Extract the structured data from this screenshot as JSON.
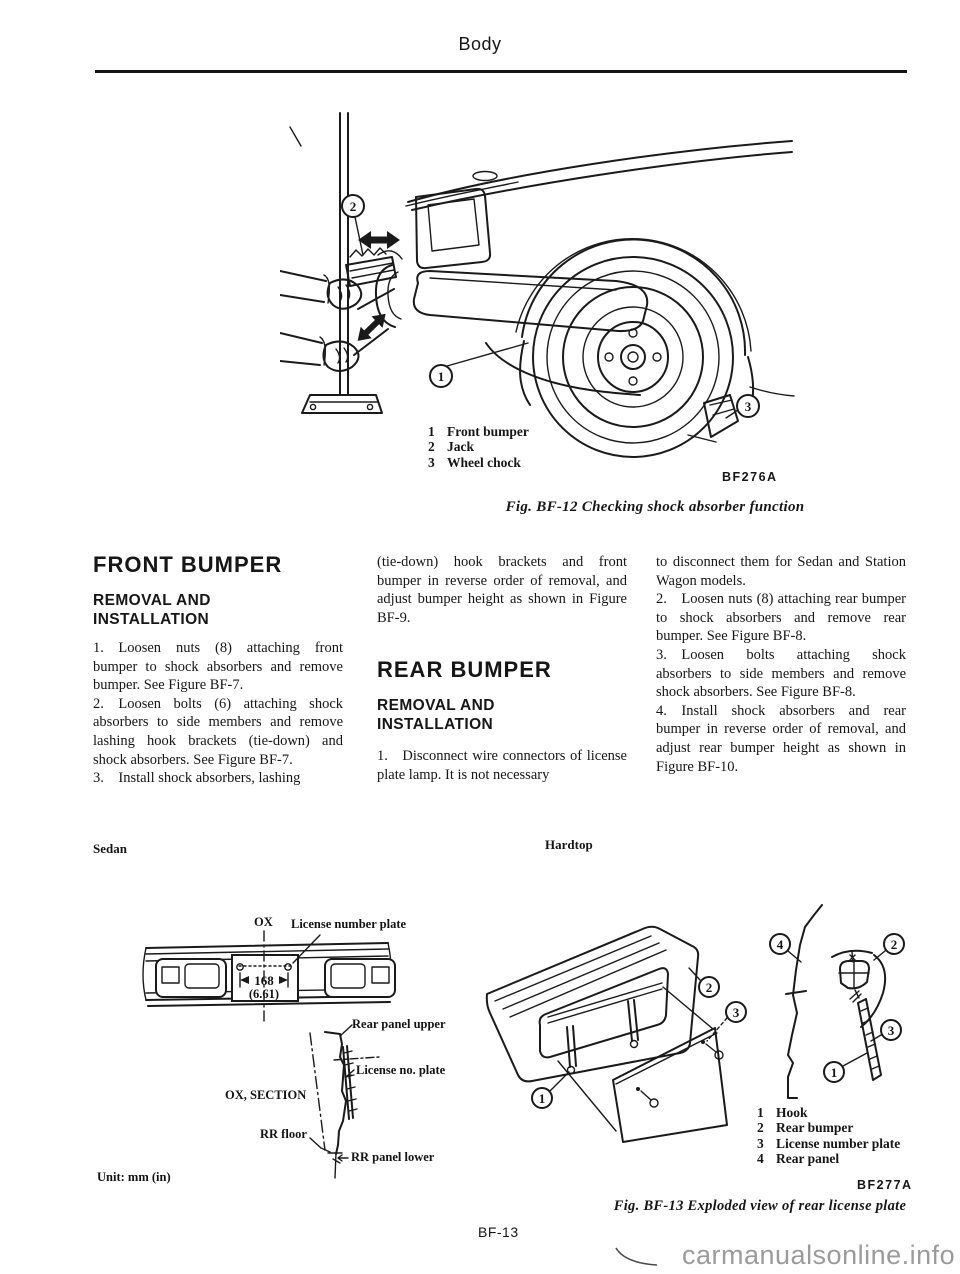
{
  "page": {
    "title": "Body",
    "number": "BF-13",
    "watermark": "carmanualsonline.info"
  },
  "fig12": {
    "callout1": "1",
    "callout2": "2",
    "callout3": "3",
    "legend": [
      {
        "num": "1",
        "label": "Front bumper"
      },
      {
        "num": "2",
        "label": "Jack"
      },
      {
        "num": "3",
        "label": "Wheel chock"
      }
    ],
    "code": "BF276A",
    "caption": "Fig. BF-12  Checking shock absorber function"
  },
  "columns": {
    "front_bumper": {
      "title": "FRONT BUMPER",
      "subtitle": "REMOVAL AND INSTALLATION",
      "step1": "1. Loosen nuts (8) attaching front bumper to shock absorbers and remove bumper. See Figure BF-7.",
      "step2": "2. Loosen bolts (6) attaching shock absorbers to side members and remove lashing hook brackets (tie-down) and shock absorbers. See Figure BF-7.",
      "step3": "3. Install shock absorbers, lashing"
    },
    "middle": {
      "continuation": "(tie-down) hook brackets and front bumper in reverse order of removal, and adjust bumper height as shown in Figure BF-9."
    },
    "rear_bumper": {
      "title": "REAR BUMPER",
      "subtitle": "REMOVAL AND INSTALLATION",
      "step1": "1. Disconnect wire connectors of license plate lamp. It is not necessary"
    },
    "right": {
      "p1": "to disconnect them for Sedan and Station Wagon models.",
      "p2": "2. Loosen nuts (8) attaching rear bumper to shock absorbers and remove rear bumper. See Figure BF-8.",
      "p3": "3. Loosen bolts attaching shock absorbers to side members and remove shock absorbers. See Figure BF-8.",
      "p4": "4. Install shock absorbers and rear bumper in reverse order of removal, and adjust rear bumper height as shown in Figure BF-10."
    }
  },
  "fig13": {
    "sedan_label": "Sedan",
    "hardtop_label": "Hardtop",
    "sedan": {
      "ox": "OX",
      "license_number_plate": "License number plate",
      "dim_mm": "168",
      "dim_in": "(6.61)",
      "rear_panel_upper": "Rear panel upper",
      "license_no_plate": "License no. plate",
      "ox_section": "OX, SECTION",
      "rr_floor": "RR floor",
      "rr_panel_lower": "RR panel lower",
      "unit": "Unit:  mm (in)"
    },
    "hardtop": {
      "callout1": "1",
      "callout2": "2",
      "callout3": "3",
      "callout4": "4"
    },
    "legend": [
      {
        "num": "1",
        "label": "Hook"
      },
      {
        "num": "2",
        "label": "Rear bumper"
      },
      {
        "num": "3",
        "label": "License number plate"
      },
      {
        "num": "4",
        "label": "Rear panel"
      }
    ],
    "code": "BF277A",
    "caption": "Fig. BF-13  Exploded view of rear license plate"
  }
}
